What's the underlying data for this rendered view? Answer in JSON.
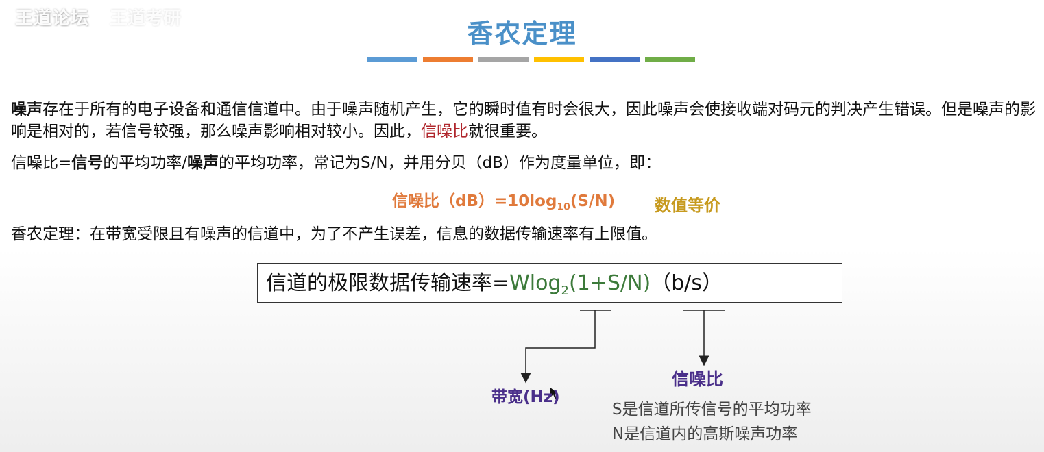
{
  "watermark": {
    "text": "王道论坛",
    "text2": "王道考研"
  },
  "title": "香农定理",
  "accent_bars": [
    "#5b9bd5",
    "#ed7d31",
    "#a5a5a5",
    "#ffc000",
    "#4472c4",
    "#70ad47"
  ],
  "paragraph1": {
    "bold_lead": "噪声",
    "text1": "存在于所有的电子设备和通信信道中。由于噪声随机产生，它的瞬时值有时会很大，因此噪声会使接收端对码元的判决产生错误。但是噪声的影响是相对的，若信号较强，那么噪声影响相对较小。因此，",
    "highlight": "信噪比",
    "text2": "就很重要。"
  },
  "paragraph2": {
    "t1": "信噪比=",
    "b1": "信号",
    "t2": "的平均功率/",
    "b2": "噪声",
    "t3": "的平均功率，常记为S/N，并用分贝（dB）作为度量单位，即："
  },
  "formula_db": {
    "main": "信噪比（dB）=10log",
    "sub": "10",
    "tail": "(S/N)"
  },
  "equivalent_note": "数值等价",
  "paragraph3": "香农定理：在带宽受限且有噪声的信道中，为了不产生误差，信息的数据传输速率有上限值。",
  "shannon_formula": {
    "prefix": "信道的极限数据传输速率=",
    "w_log": "Wlog",
    "sub": "2",
    "expr": "(1+S/N)",
    "unit": "（b/s）"
  },
  "labels": {
    "bandwidth": "带宽(Hz)",
    "snr": "信噪比",
    "s_desc": "S是信道所传信号的平均功率",
    "n_desc": "N是信道内的高斯噪声功率"
  }
}
